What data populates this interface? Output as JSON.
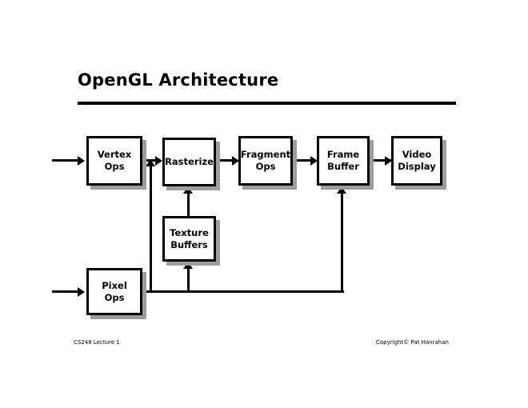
{
  "slide": {
    "title": "OpenGL Architecture",
    "footer_left": "CS248 Lecture 1",
    "footer_right": "Copyright© Pat Hanrahan",
    "accent_color": "#000000",
    "shadow_color": "#9d9d9d",
    "background_color": "#ffffff"
  },
  "diagram": {
    "type": "flow-diagram",
    "nodes": [
      {
        "id": "vertex-ops",
        "label": "Vertex\nOps"
      },
      {
        "id": "rasterize",
        "label": "Rasterize"
      },
      {
        "id": "fragment-ops",
        "label": "Fragment\nOps"
      },
      {
        "id": "frame-buffer",
        "label": "Frame\nBuffer"
      },
      {
        "id": "video-display",
        "label": "Video\nDisplay"
      },
      {
        "id": "texture-buffers",
        "label": "Texture\nBuffers"
      },
      {
        "id": "pixel-ops",
        "label": "Pixel\nOps"
      }
    ],
    "edges": [
      {
        "from": "input",
        "to": "vertex-ops"
      },
      {
        "from": "vertex-ops",
        "to": "rasterize"
      },
      {
        "from": "rasterize",
        "to": "fragment-ops"
      },
      {
        "from": "fragment-ops",
        "to": "frame-buffer"
      },
      {
        "from": "frame-buffer",
        "to": "video-display"
      },
      {
        "from": "texture-buffers",
        "to": "rasterize"
      },
      {
        "from": "pixel-bus",
        "to": "texture-buffers"
      },
      {
        "from": "pixel-bus",
        "to": "vertex-ops"
      },
      {
        "from": "pixel-bus",
        "to": "frame-buffer"
      },
      {
        "from": "input",
        "to": "pixel-ops"
      },
      {
        "from": "pixel-ops",
        "to": "pixel-bus"
      }
    ]
  }
}
